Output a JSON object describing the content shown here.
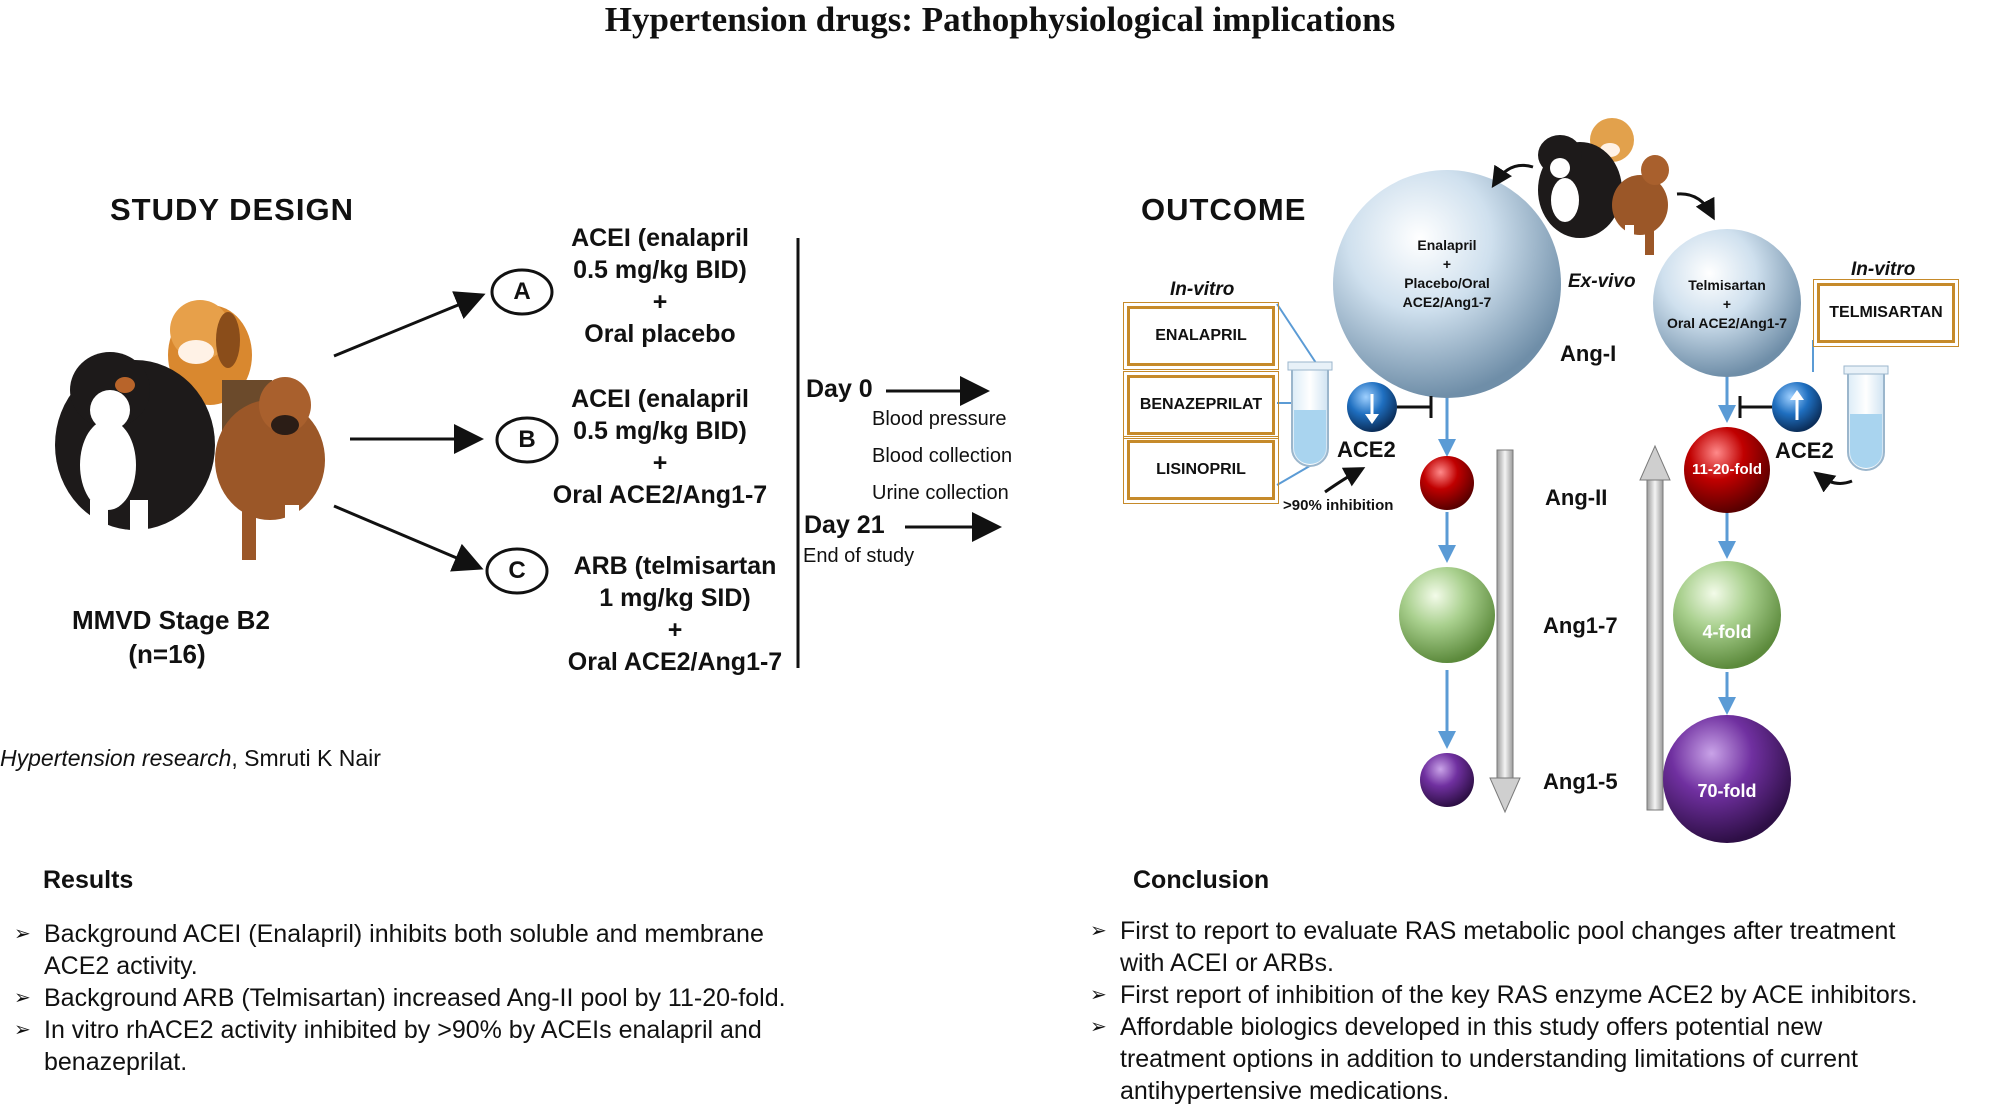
{
  "title": "Hypertension drugs: Pathophysiological implications",
  "study_design": {
    "header": "STUDY DESIGN",
    "population_line1": "MMVD Stage B2",
    "population_line2": "(n=16)",
    "arms": [
      {
        "letter": "A",
        "lines": [
          "ACEI (enalapril",
          "0.5 mg/kg BID)",
          "+",
          "Oral placebo"
        ]
      },
      {
        "letter": "B",
        "lines": [
          "ACEI (enalapril",
          "0.5 mg/kg BID)",
          "+",
          "Oral ACE2/Ang1-7"
        ]
      },
      {
        "letter": "C",
        "lines": [
          "ARB (telmisartan",
          "1 mg/kg SID)",
          "+",
          "Oral ACE2/Ang1-7"
        ]
      }
    ],
    "day0": "Day 0",
    "day0_items": [
      "Blood pressure",
      "Blood collection",
      "Urine collection"
    ],
    "day21": "Day 21",
    "day21_item": "End of study"
  },
  "citation": {
    "journal": "Hypertension research",
    "author": ", Smruti K Nair"
  },
  "outcome": {
    "header": "OUTCOME",
    "invitro_left": "In-vitro",
    "invitro_right": "In-vitro",
    "exvivo": "Ex-vivo",
    "left_drugs": [
      "ENALAPRIL",
      "BENAZEPRILAT",
      "LISINOPRIL"
    ],
    "right_drug": "TELMISARTAN",
    "left_sphere_lines": [
      "Enalapril",
      "+",
      "Placebo/Oral",
      "ACE2/Ang1-7"
    ],
    "right_sphere_lines": [
      "Telmisartan",
      "+",
      "Oral ACE2/Ang1-7"
    ],
    "ace2_left": "ACE2",
    "ace2_right": "ACE2",
    "inhibition": ">90% inhibition",
    "peptides": [
      "Ang-I",
      "Ang-II",
      "Ang1-7",
      "Ang1-5"
    ],
    "fold_labels": [
      "11-20-fold",
      "4-fold",
      "70-fold"
    ]
  },
  "results": {
    "header": "Results",
    "bullets": [
      [
        "Background ACEI (Enalapril) inhibits both soluble and membrane",
        "ACE2 activity."
      ],
      [
        "Background ARB (Telmisartan) increased Ang-II pool by 11-20-fold."
      ],
      [
        "In vitro rhACE2 activity inhibited by >90% by ACEIs enalapril and",
        "benazeprilat."
      ]
    ]
  },
  "conclusion": {
    "header": "Conclusion",
    "bullets": [
      [
        "First to report to evaluate RAS metabolic pool changes after treatment",
        "with ACEI or ARBs."
      ],
      [
        "First report of inhibition of the key RAS enzyme ACE2 by ACE inhibitors."
      ],
      [
        "Affordable biologics developed in this study offers potential new",
        "treatment options in addition to understanding limitations of current",
        "antihypertensive medications."
      ]
    ]
  },
  "colors": {
    "box_border": "#c68a2a",
    "flow_blue": "#5b9bd5",
    "red_sphere": "#c00000",
    "green_sphere": "#a9d08e",
    "purple_sphere": "#7030a0",
    "silver_sphere": "#b9cfe0"
  }
}
